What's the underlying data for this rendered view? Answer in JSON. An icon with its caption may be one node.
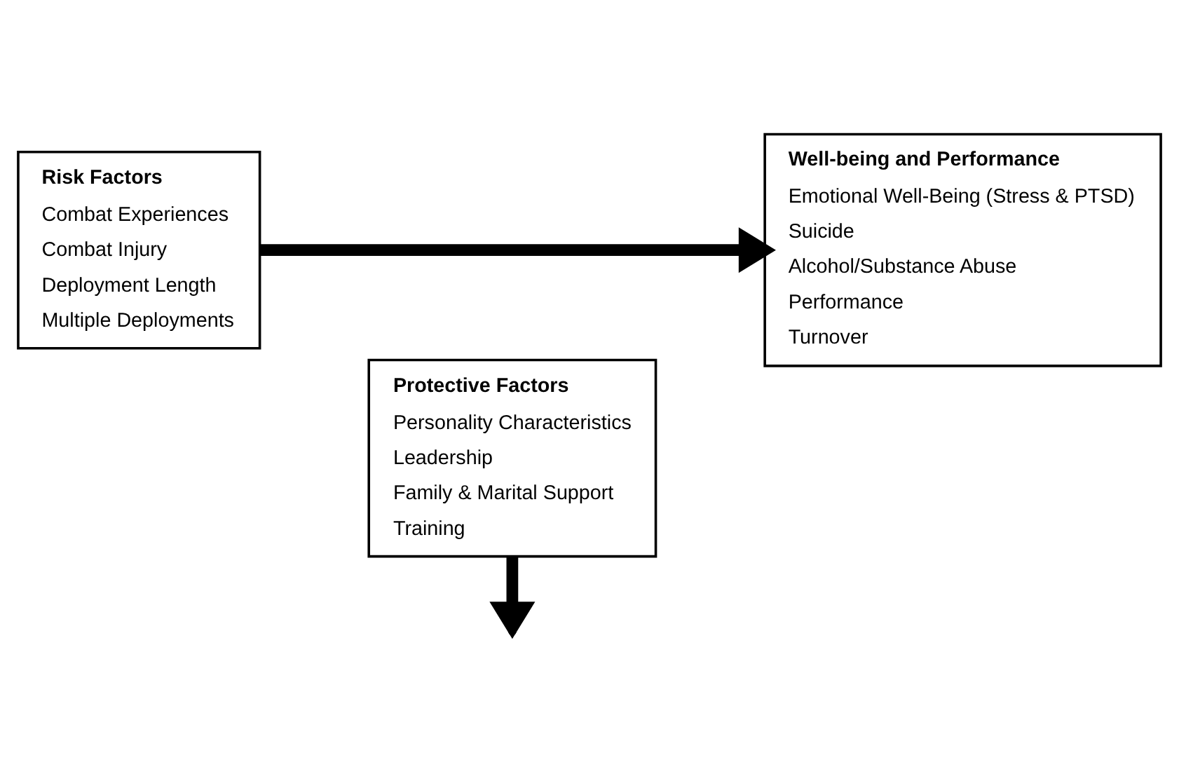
{
  "diagram": {
    "nodes": [
      {
        "text": [
          "Protective Factors",
          "Personality Characteristics",
          "Leadership",
          "Family & Marital Support",
          "Training"
        ]
      },
      {
        "text": [
          "Risk Factors",
          "Combat Experiences",
          "Combat Injury",
          "Deployment Length",
          "Multiple Deployments"
        ]
      },
      {
        "text": [
          "Well-being and Performance",
          "Emotional Well-Being (Stress & PTSD)",
          "Suicide",
          "Alcohol/Substance Abuse",
          "Performance",
          "Turnover"
        ]
      }
    ],
    "edges": [
      {
        "from": 0,
        "to": null,
        "arrow": "to"
      },
      {
        "from": 1,
        "to": 2,
        "arrow": "to"
      }
    ]
  }
}
